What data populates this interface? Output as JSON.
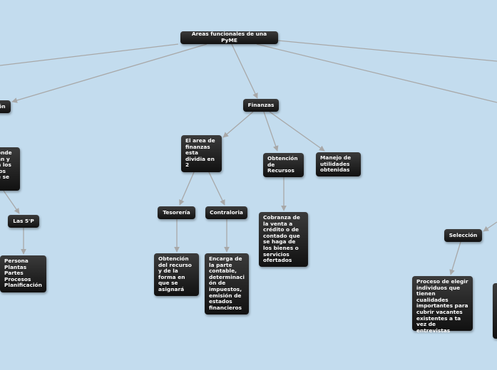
{
  "colors": {
    "background": "#c3dcee",
    "node": "#1e1e1e",
    "connector": "#a8a8a8"
  },
  "nodes": {
    "root": "Areas funcionales de una PyME",
    "left_branch": "ón",
    "left_text": "onde\nan y\nn los\nlos\ne se",
    "las_5p": "Las 5'P",
    "five_p_list": "Persona\nPlantas\nPartes\nProcesos\nPlanificación",
    "finanzas": "Finanzas",
    "area_finanzas": "El area de\nfinanzas\nesta\ndividia en\n2",
    "obtencion_recursos": "Obtención\nde\nRecursos",
    "manejo_utilidades": "Manejo de\nutilidades\nobtenidas",
    "tesoreria": "Tesorería",
    "contraloria": "Contraloria",
    "tesoreria_desc": "Obtención\ndel recurso\ny de la\nforma en\nque se\nasignará",
    "contraloria_desc": "Encarga de\nla parte\ncontable,\ndeterminaci\nón de\nimpuestos,\nemisión de\nestados\nfinancieros",
    "cobranza": "Cobranza de\nla venta a\ncrédito o de\ncontado que\nse haga de\nlos bienes o\nservicios\nofertados",
    "seleccion": "Selección",
    "seleccion_desc": "Proceso de elegir\nindividuos que\ntienen cualidades\nimportantes para\ncubrir vacantes\nexistentes a ta\nvez de\nentrevistas"
  }
}
